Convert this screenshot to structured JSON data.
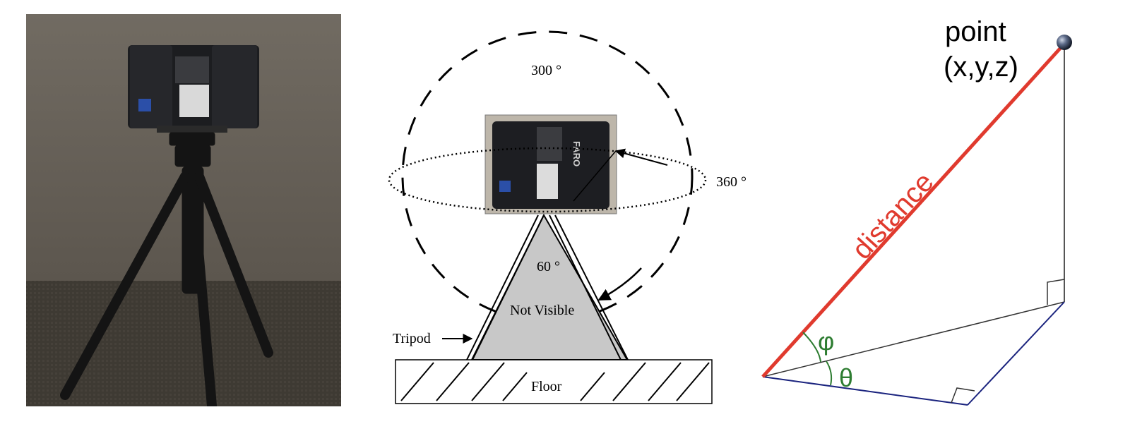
{
  "panel_scanner_diagram": {
    "label_vertical_fov": "300 °",
    "label_horizontal_fov": "360 °",
    "label_blind_cone": "60 °",
    "label_not_visible": "Not Visible",
    "label_tripod": "Tripod",
    "label_floor": "Floor",
    "brand_mark": "FARO"
  },
  "panel_coordinates": {
    "label_point_line1": "point",
    "label_point_line2": "(x,y,z)",
    "label_distance": "distance",
    "label_phi": "φ",
    "label_theta": "θ"
  },
  "colors": {
    "distance_red": "#e03a2e",
    "angle_green": "#2e7d32",
    "projection_blue": "#1a237e",
    "cone_fill": "#c8c8c8"
  }
}
